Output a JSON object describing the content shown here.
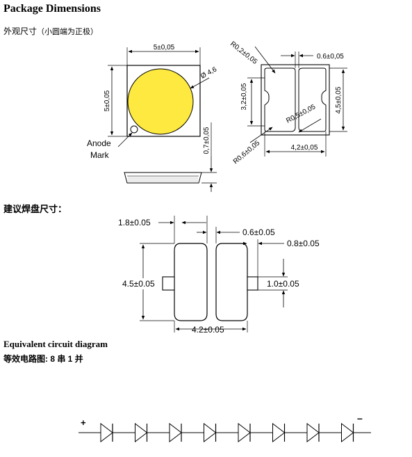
{
  "section1": {
    "title": "Package Dimensions",
    "subtitle_main": "外观尺寸",
    "subtitle_paren": "（小圆端为正极）",
    "top_view": {
      "width_label": "5±0,05",
      "height_label": "5±0,05",
      "diameter_label": "Ø 4,6",
      "anode_line1": "Anode",
      "anode_line2": "Mark"
    },
    "side_view": {
      "thickness_label": "0,7±0,05"
    },
    "bottom_view": {
      "r02_label": "R0,2±0,05",
      "gap_label": "0.6±0,05",
      "inner_h_label": "3,2±0,05",
      "outer_h_label": "4,5±0,05",
      "r05_label": "R0,5±0,05",
      "r06_label": "R0,6±0,05",
      "width_label": "4,2±0,05"
    }
  },
  "section2": {
    "title": "建议焊盘尺寸：",
    "pad_w_label": "1.8±0.05",
    "gap_label": "0.6±0.05",
    "tab_w_label": "0.8±0.05",
    "height_label": "4.5±0.05",
    "tab_h_label": "1.0±0.05",
    "width_label": "4.2±0.05"
  },
  "section3": {
    "title": "Equivalent circuit diagram",
    "subtitle": "等效电路图: 8 串 1 并",
    "plus_label": "+",
    "minus_label": "–",
    "diode_count": 8
  }
}
